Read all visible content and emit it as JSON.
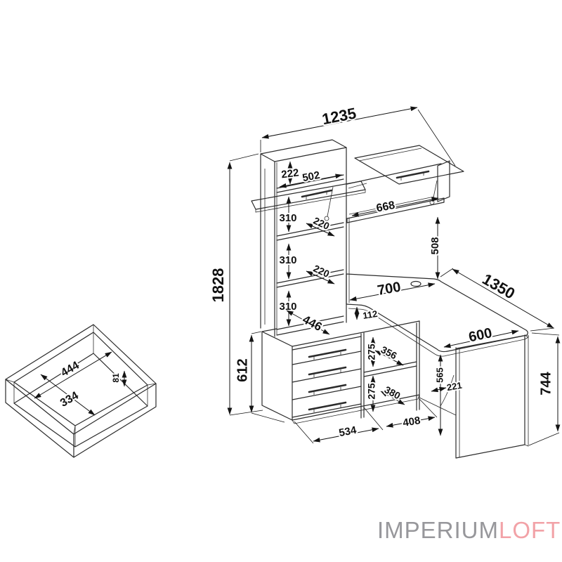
{
  "drawing": {
    "title": "corner-desk-dimension-drawing",
    "stroke_color": "#2b2b2b",
    "dim_text_color": "#101010"
  },
  "watermark": {
    "imperium": "IMPERIUM",
    "loft": "LOFT",
    "imperium_color": "#97979b",
    "loft_color": "#f2a2a7"
  },
  "labels": [
    {
      "name": "overall-width",
      "value": "1235"
    },
    {
      "name": "overall-height",
      "value": "1828"
    },
    {
      "name": "pedestal-height",
      "value": "612"
    },
    {
      "name": "top-compartment-height",
      "value": "222"
    },
    {
      "name": "top-compartment-width",
      "value": "502"
    },
    {
      "name": "shelf-gap-upper",
      "value": "310"
    },
    {
      "name": "shelf-gap-middle",
      "value": "310"
    },
    {
      "name": "shelf-gap-lower",
      "value": "310"
    },
    {
      "name": "shelf-depth-upper",
      "value": "220"
    },
    {
      "name": "shelf-depth-lower",
      "value": "220"
    },
    {
      "name": "flip-compartment-width",
      "value": "668"
    },
    {
      "name": "hutch-clearance-height",
      "value": "508"
    },
    {
      "name": "desktop-wall-width",
      "value": "700"
    },
    {
      "name": "desktop-edge-offset",
      "value": "112"
    },
    {
      "name": "pedestal-depth",
      "value": "446"
    },
    {
      "name": "desktop-depth",
      "value": "1350"
    },
    {
      "name": "desktop-end-width",
      "value": "600"
    },
    {
      "name": "desktop-height",
      "value": "744"
    },
    {
      "name": "niche-gap-upper",
      "value": "275"
    },
    {
      "name": "niche-gap-lower",
      "value": "275"
    },
    {
      "name": "niche-shelf-depth-upper",
      "value": "356"
    },
    {
      "name": "niche-shelf-depth-lower",
      "value": "380"
    },
    {
      "name": "leg-niche-depth",
      "value": "221"
    },
    {
      "name": "leg-niche-height",
      "value": "565"
    },
    {
      "name": "pedestal-width",
      "value": "534"
    },
    {
      "name": "leg-niche-width",
      "value": "408"
    },
    {
      "name": "drawer-box-inner-width",
      "value": "444"
    },
    {
      "name": "drawer-box-inner-depth",
      "value": "334"
    },
    {
      "name": "drawer-box-inner-height",
      "value": "81"
    }
  ]
}
